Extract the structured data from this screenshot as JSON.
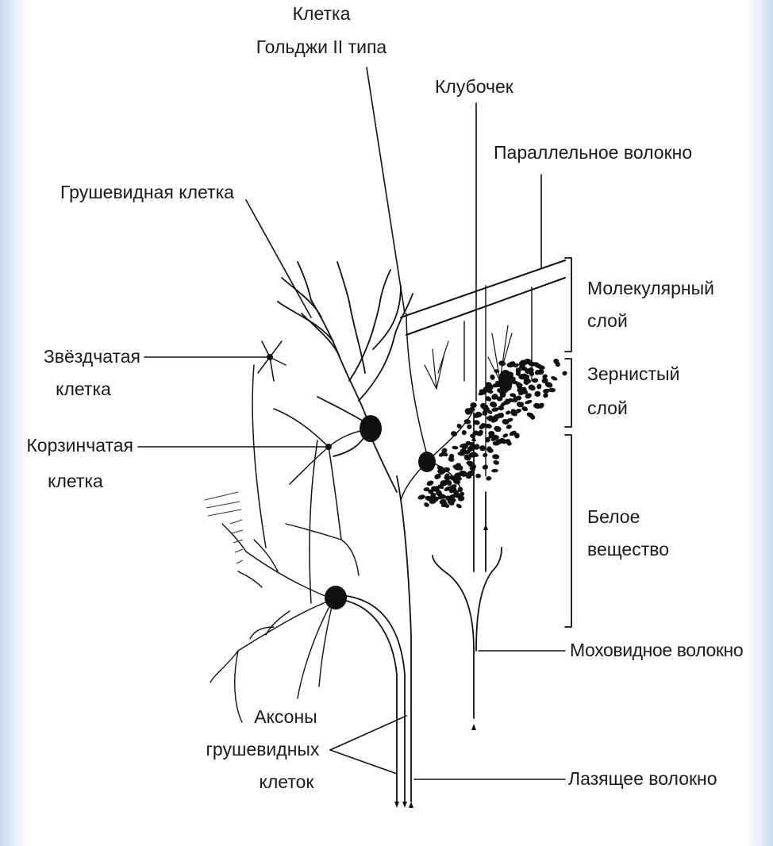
{
  "labels": {
    "golgi_1": "Клетка",
    "golgi_2": "Гольджи II типа",
    "glomerulus": "Клубочек",
    "parallel_fiber": "Параллельное волокно",
    "purkinje": "Грушевидная клетка",
    "molecular_1": "Молекулярный",
    "molecular_2": "слой",
    "stellate_1": "Звёздчатая",
    "stellate_2": "клетка",
    "granular_1": "Зернистый",
    "granular_2": "слой",
    "basket_1": "Корзинчатая",
    "basket_2": "клетка",
    "white_1": "Белое",
    "white_2": "вещество",
    "mossy_fiber": "Моховидное волокно",
    "axons_1": "Аксоны",
    "axons_2": "грушевидных",
    "axons_3": "клеток",
    "climbing_fiber": "Лазящее волокно"
  }
}
